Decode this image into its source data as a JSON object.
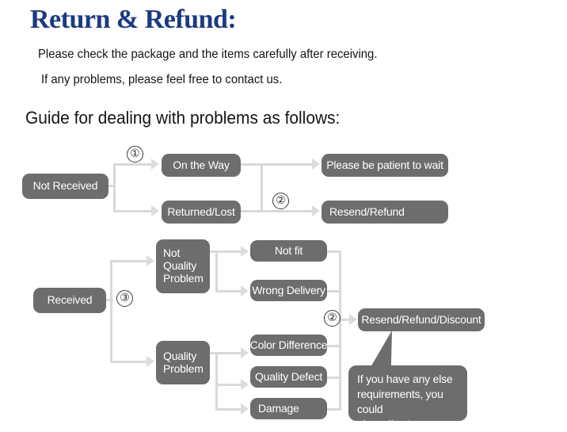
{
  "header": {
    "title": "Return & Refund:",
    "title_color": "#1b3a81",
    "line1": "Please check the package and the items carefully after receiving.",
    "line2": "If any problems, please feel free to contact us.",
    "guide_heading": "Guide for dealing with problems as follows:"
  },
  "theme": {
    "node_fill": "#6d6d6d",
    "node_text": "#ffffff",
    "connector": "#d9d9d9",
    "background": "#ffffff"
  },
  "flow_not_received": {
    "root": "Not Received",
    "step_marker_1": "①",
    "step_marker_2": "②",
    "branch_a": "On the Way",
    "branch_b": "Returned/Lost",
    "outcome_a": "Please be patient to wait",
    "outcome_b": "Resend/Refund"
  },
  "flow_received": {
    "root": "Received",
    "step_marker_3": "③",
    "step_marker_2": "②",
    "category_a": "Not\nQuality\nProblem",
    "category_b": "Quality\nProblem",
    "reasons_a": [
      "Not fit",
      "Wrong Delivery"
    ],
    "reasons_b": [
      "Color Difference",
      "Quality Defect",
      "Damage"
    ],
    "outcome": "Resend/Refund/Discount"
  },
  "callout": {
    "text": "If you have any else\nrequirements, you could\nalso tell us!"
  }
}
